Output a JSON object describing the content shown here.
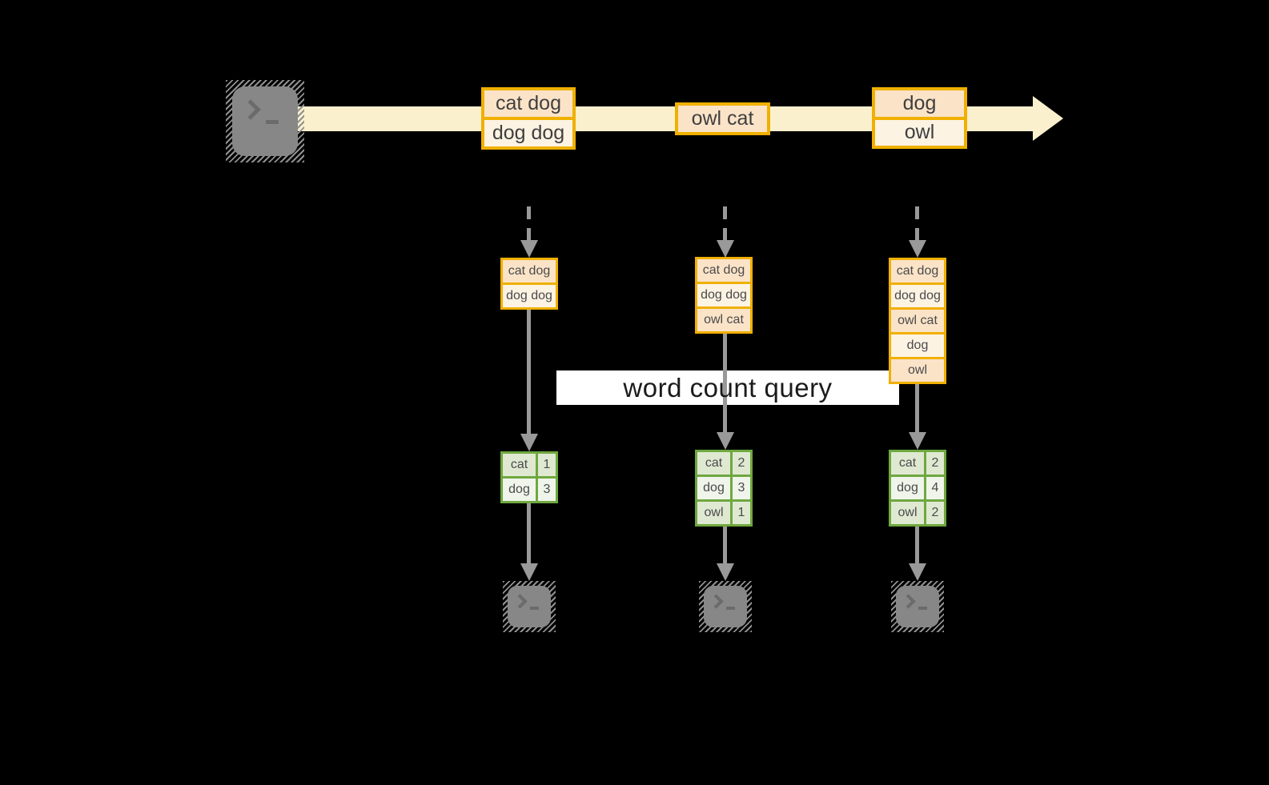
{
  "diagram": {
    "query_label": "word count query",
    "columns": [
      {
        "stream_batch": [
          "cat dog",
          "dog dog"
        ],
        "log_records": [
          "cat dog",
          "dog dog"
        ],
        "counts": [
          {
            "word": "cat",
            "count": "1"
          },
          {
            "word": "dog",
            "count": "3"
          }
        ]
      },
      {
        "stream_batch": [
          "owl cat"
        ],
        "log_records": [
          "cat dog",
          "dog dog",
          "owl cat"
        ],
        "counts": [
          {
            "word": "cat",
            "count": "2"
          },
          {
            "word": "dog",
            "count": "3"
          },
          {
            "word": "owl",
            "count": "1"
          }
        ]
      },
      {
        "stream_batch": [
          "dog",
          "owl"
        ],
        "log_records": [
          "cat dog",
          "dog dog",
          "owl cat",
          "dog",
          "owl"
        ],
        "counts": [
          {
            "word": "cat",
            "count": "2"
          },
          {
            "word": "dog",
            "count": "4"
          },
          {
            "word": "owl",
            "count": "2"
          }
        ]
      }
    ],
    "colors": {
      "background": "#000000",
      "stream_band": "#FAF0CE",
      "record_border": "#F0B000",
      "record_fill_dark": "#FBE3C8",
      "record_fill_light": "#FDF3E3",
      "table_border": "#6EA83F",
      "table_fill_dark": "#DFE9D2",
      "table_fill_light": "#F0F5EB",
      "arrow_gray": "#999999",
      "terminal_gray": "#878787"
    },
    "icons": {
      "source": "terminal-icon",
      "sinks": [
        "terminal-icon",
        "terminal-icon",
        "terminal-icon"
      ]
    }
  }
}
